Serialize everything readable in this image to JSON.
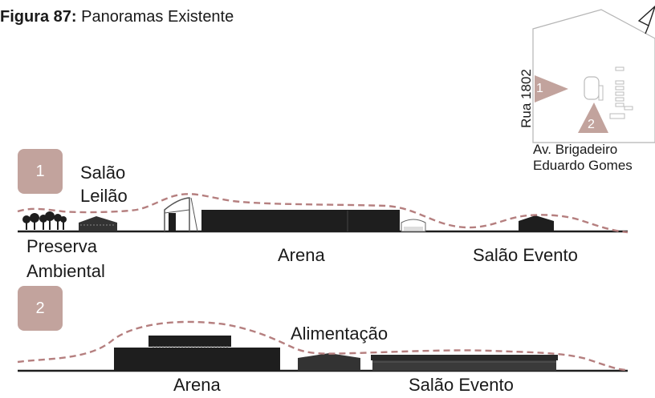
{
  "figure": {
    "label": "Figura 87:",
    "caption": "Panoramas Existente"
  },
  "colors": {
    "accent": "#c2a39d",
    "building": "#1e1e1e",
    "dashed_line": "#b57f7f"
  },
  "panorama1": {
    "number": "1",
    "label_salao_leilao_line1": "Salão",
    "label_salao_leilao_line2": "Leilão",
    "label_preserva_line1": "Preserva",
    "label_preserva_line2": "Ambiental",
    "label_arena": "Arena",
    "label_salao_evento": "Salão Evento"
  },
  "panorama2": {
    "number": "2",
    "label_alimentacao": "Alimentação",
    "label_arena": "Arena",
    "label_salao_evento": "Salão Evento"
  },
  "site_map": {
    "street_west": "Rua 1802",
    "street_south_line1": "Av. Brigadeiro",
    "street_south_line2": "Eduardo Gomes",
    "marker1": "1",
    "marker2": "2",
    "north_icon": "north-arrow-icon"
  }
}
